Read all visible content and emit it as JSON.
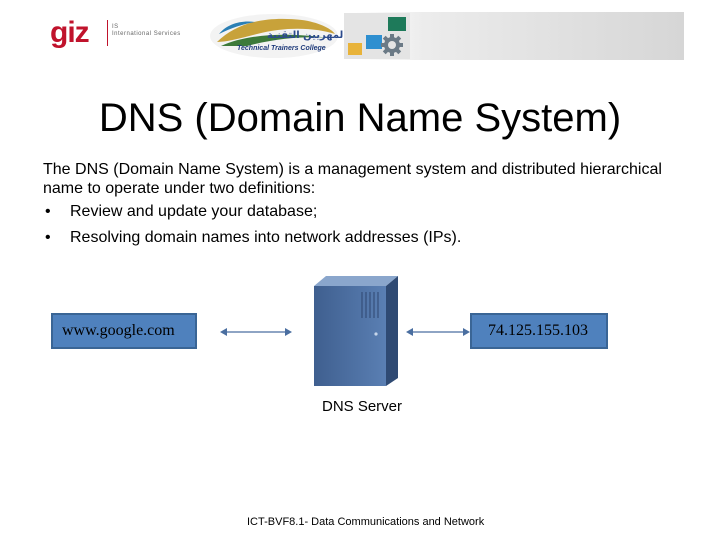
{
  "header": {
    "giz_wordmark": "giz",
    "giz_subtitle_line1": "IS",
    "giz_subtitle_line2": "International Services",
    "college_name_arabic": "كلية المهريين التقنية",
    "college_name_english": "Technical Trainers College"
  },
  "slide": {
    "title": "DNS (Domain Name System)",
    "intro": "The DNS (Domain Name System) is a management system and distributed hierarchical name to operate under two definitions:",
    "bullets": [
      "Review and update your database;",
      "Resolving domain names into network addresses (IPs)."
    ],
    "bullet_symbol": "•"
  },
  "diagram": {
    "left_box": "www.google.com",
    "right_box": "74.125.155.103",
    "server_label": "DNS Server",
    "box_color": "#4f81bd",
    "server_color": "#4a6ea0"
  },
  "footer": {
    "text": "ICT-BVF8.1- Data Communications and Network"
  },
  "colors": {
    "giz_red": "#c0132c",
    "college_blue": "#1e3a7a"
  },
  "icons": [
    "server-icon",
    "double-arrow-icon",
    "gear-icon"
  ]
}
